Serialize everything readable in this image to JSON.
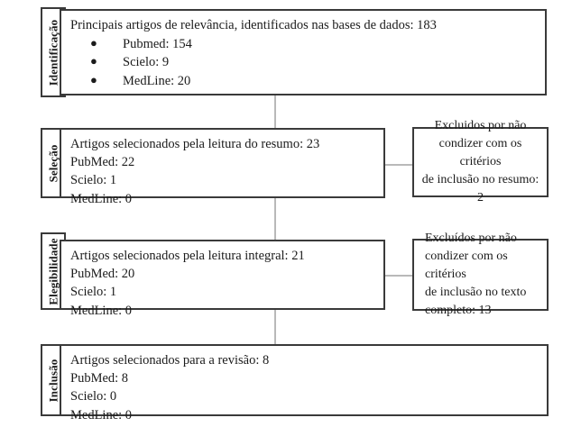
{
  "diagram": {
    "type": "prisma-flow-diagram",
    "language": "pt-BR",
    "colors": {
      "box_border": "#3a3a3a",
      "connector": "#b9b9b9",
      "background": "#ffffff",
      "text": "#1b1b1b"
    },
    "stages": [
      {
        "label": "Identificação",
        "headline": "Principais artigos de relevância, identificados nas bases de dados: 183",
        "bulleted": true,
        "items": [
          "Pubmed: 154",
          "Scielo: 9",
          "MedLine: 20"
        ],
        "bullet_glyph": "●"
      },
      {
        "label": "Seleção",
        "headline": "Artigos selecionados pela leitura do resumo: 23",
        "bulleted": false,
        "items": [
          "PubMed: 22",
          "Scielo: 1",
          "MedLine: 0"
        ]
      },
      {
        "label": "Elegibilidade",
        "headline": "Artigos selecionados pela leitura integral: 21",
        "bulleted": false,
        "items": [
          "PubMed: 20",
          "Scielo: 1",
          "MedLine: 0"
        ]
      },
      {
        "label": "Inclusão",
        "headline": "Artigos selecionados para a revisão: 8",
        "bulleted": false,
        "items": [
          "PubMed: 8",
          "Scielo: 0",
          "MedLine: 0"
        ]
      }
    ],
    "exclusions": [
      {
        "align": "center",
        "lines": [
          "Excluidos por não",
          "condizer com os critérios",
          "de inclusão no resumo: 2"
        ]
      },
      {
        "align": "left",
        "lines": [
          "Excluídos por não",
          "condizer com os critérios",
          "de inclusão no texto",
          "completo: 13"
        ]
      }
    ]
  }
}
